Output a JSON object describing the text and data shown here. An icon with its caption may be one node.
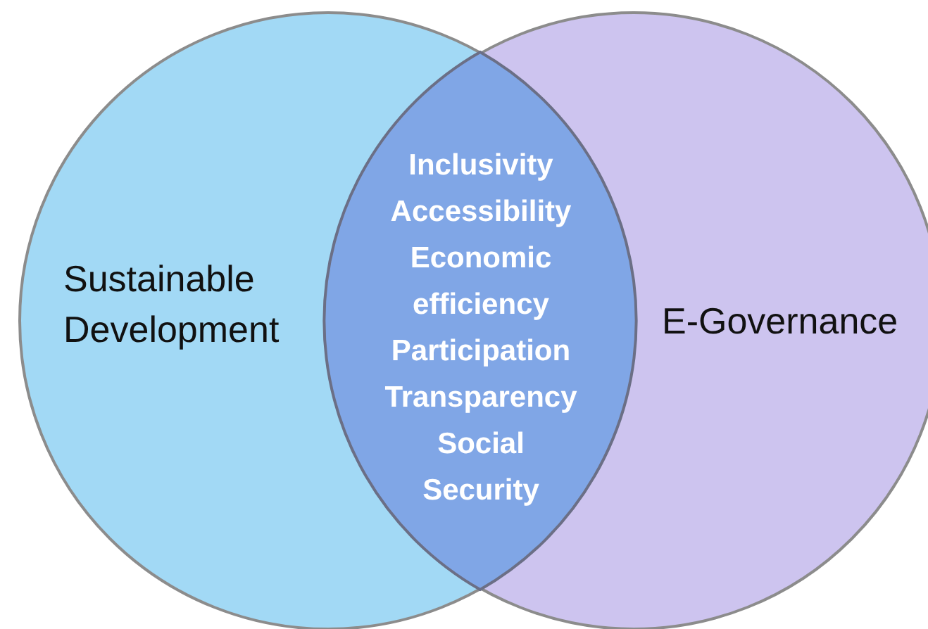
{
  "diagram": {
    "nodes": [
      {
        "text": [
          "Sustainable Development"
        ]
      },
      {
        "text": [
          "E-Governance"
        ]
      },
      {
        "text": [
          "Inclusivity",
          "Accessibility",
          "Economic efficiency",
          "Participation",
          "Transparency",
          "Social Security"
        ]
      }
    ],
    "edges": []
  }
}
